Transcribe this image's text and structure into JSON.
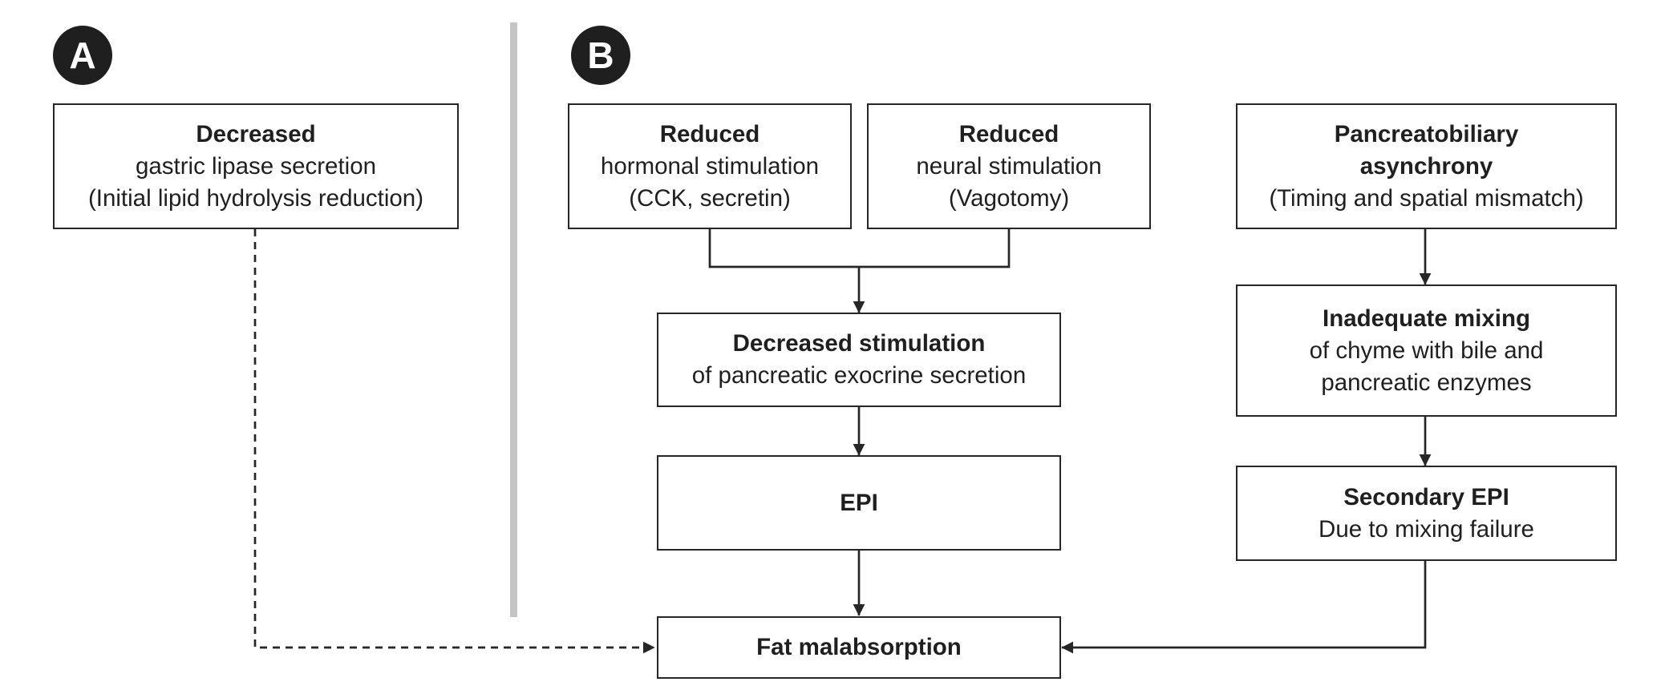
{
  "panels": {
    "a_label": "A",
    "b_label": "B"
  },
  "boxes": {
    "gastric": {
      "bold": "Decreased",
      "lines": [
        "gastric lipase secretion",
        "(Initial lipid hydrolysis reduction)"
      ]
    },
    "hormonal": {
      "bold": "Reduced",
      "lines": [
        "hormonal stimulation",
        "(CCK, secretin)"
      ]
    },
    "neural": {
      "bold": "Reduced",
      "lines": [
        "neural stimulation",
        "(Vagotomy)"
      ]
    },
    "asynchrony": {
      "bold": [
        "Pancreatobiliary",
        "asynchrony"
      ],
      "lines": [
        "(Timing and spatial mismatch)"
      ]
    },
    "decreased_stim": {
      "bold": "Decreased stimulation",
      "lines": [
        "of pancreatic exocrine secretion"
      ]
    },
    "epi": {
      "bold": "EPI"
    },
    "mixing": {
      "bold": "Inadequate mixing",
      "lines": [
        "of chyme with bile and",
        "pancreatic enzymes"
      ]
    },
    "secondary_epi": {
      "bold": "Secondary EPI",
      "lines": [
        "Due to mixing failure"
      ]
    },
    "fat": {
      "bold": "Fat malabsorption"
    }
  },
  "colors": {
    "line": "#262626",
    "badge": "#1f1f1f",
    "divider": "#c4c4c4"
  }
}
